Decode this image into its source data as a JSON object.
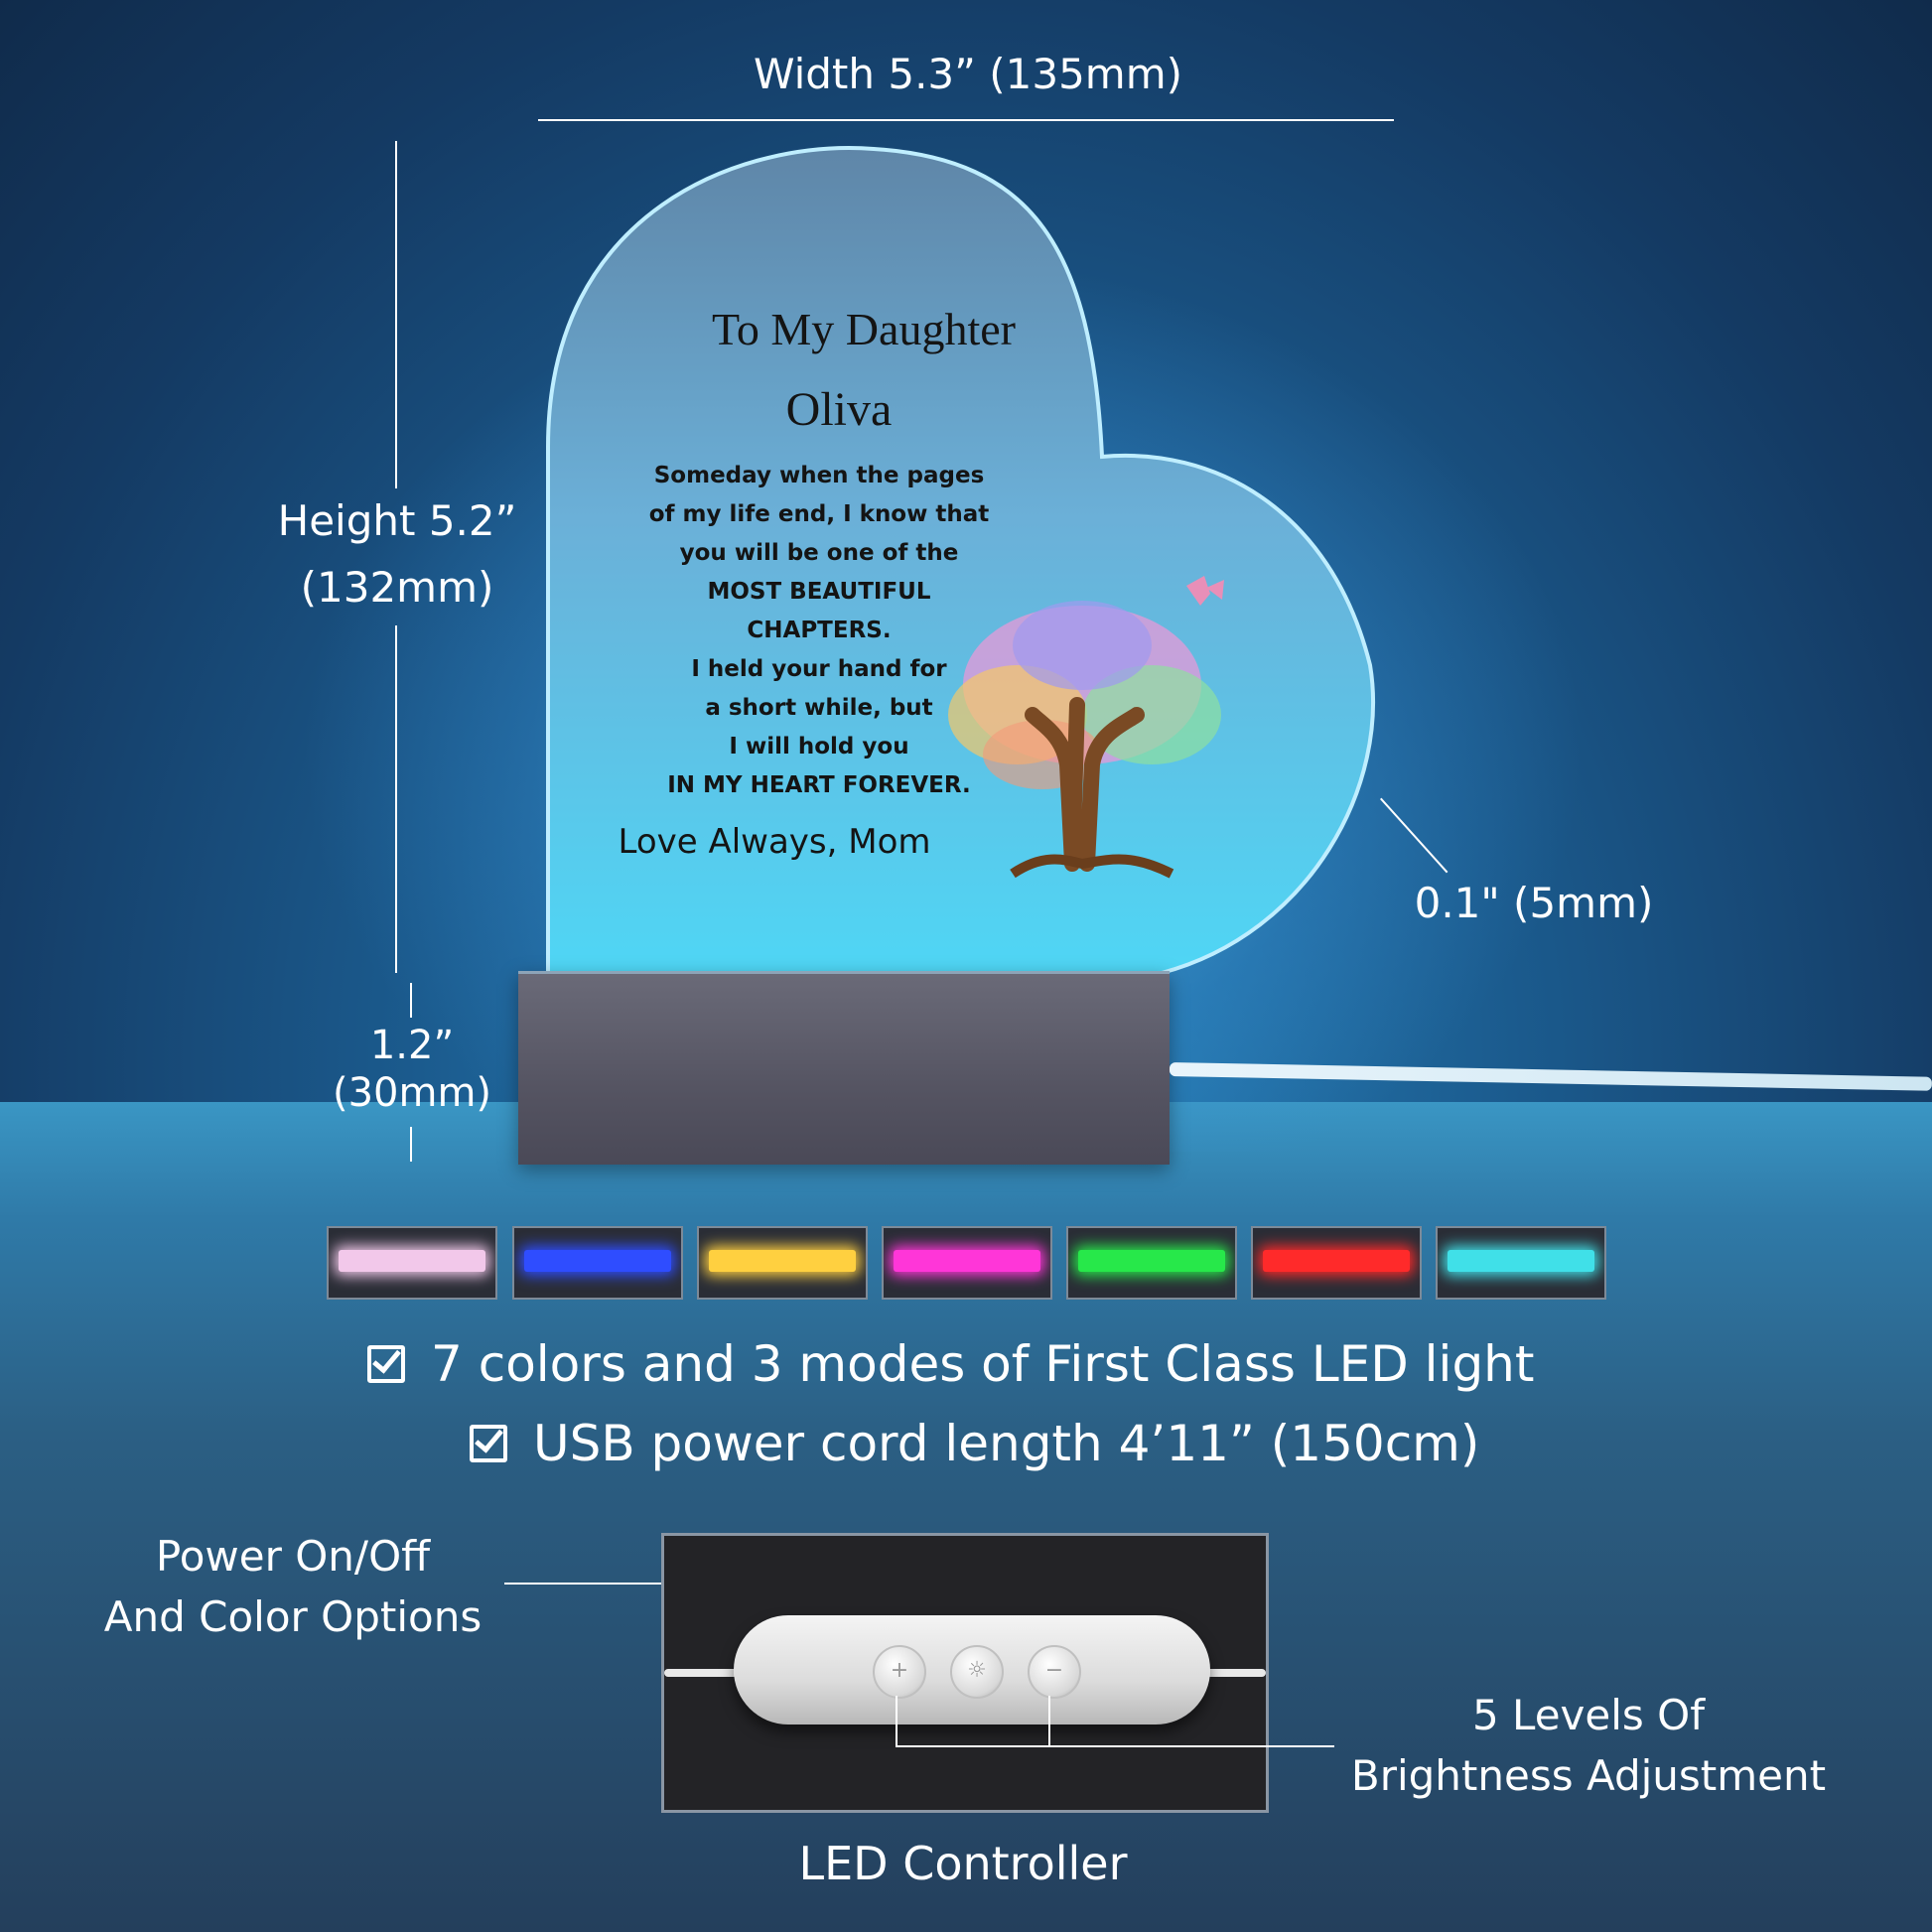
{
  "dimensions": {
    "width_label": "Width 5.3” (135mm)",
    "height_label_1": "Height 5.2”",
    "height_label_2": "(132mm)",
    "base_height_1": "1.2”",
    "base_height_2": "(30mm)",
    "thickness_label": "0.1\" (5mm)"
  },
  "plaque": {
    "title": "To My Daughter",
    "name": "Oliva",
    "lines": [
      "Someday when the pages",
      "of my life end, I know that",
      "you will be one of the",
      "MOST BEAUTIFUL",
      "CHAPTERS.",
      "I held your hand for",
      "a short while, but",
      "I will hold you",
      "IN MY HEART FOREVER."
    ],
    "signature": "Love Always, Mom"
  },
  "led_colors": [
    "#f2c8ea",
    "#2f4dff",
    "#ffd040",
    "#ff36d8",
    "#27e84a",
    "#ff2a2a",
    "#40e0e8"
  ],
  "features": [
    "7 colors and 3 modes of First Class LED light",
    "USB power cord length 4’11” (150cm)"
  ],
  "controller": {
    "power_label_1": "Power On/Off",
    "power_label_2": "And Color Options",
    "brightness_label_1": "5 Levels Of",
    "brightness_label_2": "Brightness Adjustment",
    "caption": "LED Controller",
    "buttons": [
      "+",
      "☼",
      "−"
    ]
  }
}
